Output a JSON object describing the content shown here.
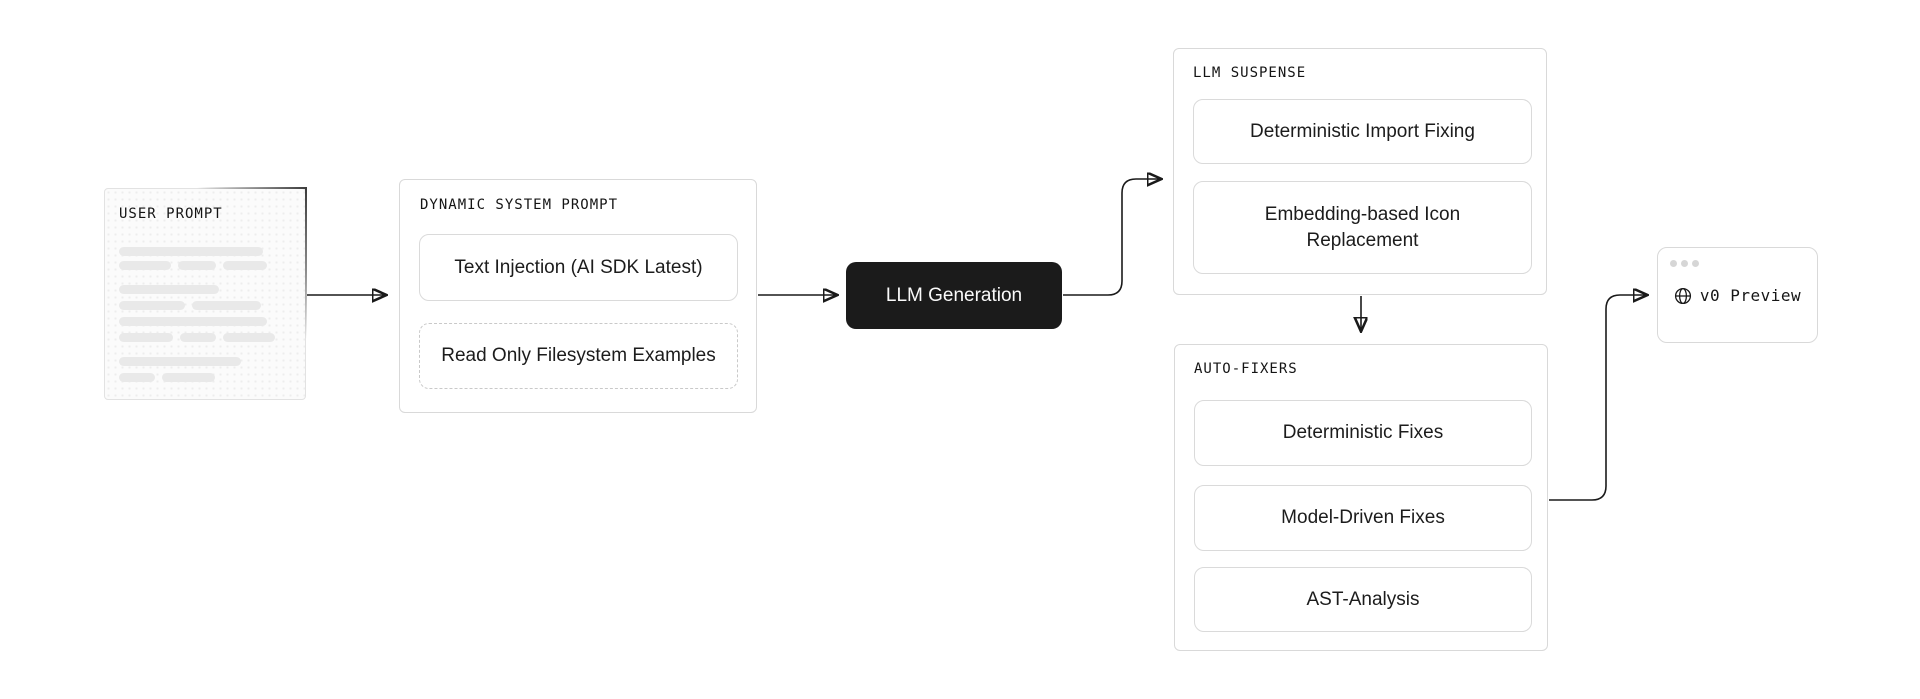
{
  "diagram": {
    "user_prompt": {
      "title": "USER PROMPT"
    },
    "dynamic_system_prompt": {
      "title": "DYNAMIC SYSTEM PROMPT",
      "items": [
        {
          "label": "Text Injection (AI SDK Latest)",
          "style": "solid"
        },
        {
          "label": "Read Only Filesystem Examples",
          "style": "dashed"
        }
      ]
    },
    "llm_generation": {
      "label": "LLM Generation"
    },
    "llm_suspense": {
      "title": "LLM SUSPENSE",
      "items": [
        {
          "label": "Deterministic Import Fixing"
        },
        {
          "label": "Embedding-based Icon Replacement"
        }
      ]
    },
    "auto_fixers": {
      "title": "AUTO-FIXERS",
      "items": [
        {
          "label": "Deterministic Fixes"
        },
        {
          "label": "Model-Driven Fixes"
        },
        {
          "label": "AST-Analysis"
        }
      ]
    },
    "preview": {
      "label": "v0 Preview",
      "icon": "globe-icon"
    },
    "colors": {
      "node_dark": "#1b1b1b",
      "border": "#d9d9d9",
      "skeleton": "#e9e9e9",
      "arrow": "#1a1a1a"
    }
  }
}
